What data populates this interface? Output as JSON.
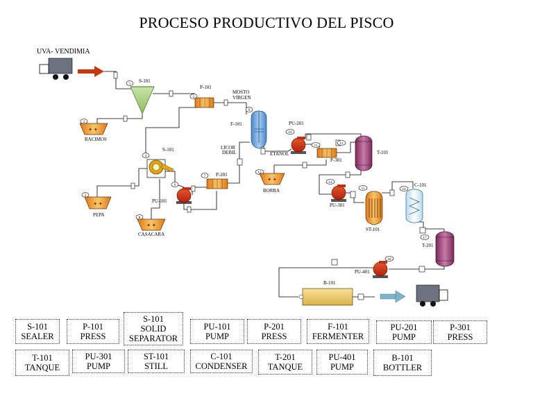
{
  "title": "PROCESO PRODUCTIVO DEL PISCO",
  "labels": {
    "uva": "UVA- VENDIMIA",
    "mosto1": "MOSTO",
    "mosto2": "VIRGEN",
    "licor1": "LICOR",
    "licor2": "DEBIL",
    "etanol": "ETANOL",
    "racimos": "RACIMOS",
    "pepa": "PEPA",
    "casacara": "CASACARA",
    "borra": "BORRA",
    "s101a": "S-101",
    "s101b": "S-101",
    "p101": "P-101",
    "f101": "F-101",
    "pu201": "PU-201",
    "p301": "P-301",
    "t101": "T-101",
    "p201": "P-201",
    "pu101": "PU-101",
    "pu301": "PU-301",
    "st101": "ST-101",
    "c101": "C-101",
    "t201": "T-201",
    "pu401": "PU-401",
    "b101": "B-101"
  },
  "streams": [
    "1",
    "2",
    "3",
    "4",
    "5",
    "6",
    "7",
    "8",
    "9",
    "10",
    "11",
    "12",
    "13",
    "14",
    "15",
    "16",
    "17",
    "18"
  ],
  "legend": [
    {
      "code": "S-101",
      "name": "SEALER"
    },
    {
      "code": "P-101",
      "name": "PRESS"
    },
    {
      "code": "S-101",
      "name": "SOLID SEPARATOR"
    },
    {
      "code": "PU-101",
      "name": "PUMP"
    },
    {
      "code": "P-201",
      "name": "PRESS"
    },
    {
      "code": "F-101",
      "name": "FERMENTER"
    },
    {
      "code": "PU-201",
      "name": "PUMP"
    },
    {
      "code": "P-301",
      "name": "PRESS"
    },
    {
      "code": "T-101",
      "name": "TANQUE"
    },
    {
      "code": "PU-301",
      "name": "PUMP"
    },
    {
      "code": "ST-101",
      "name": "STILL"
    },
    {
      "code": "C-101",
      "name": "CONDENSER"
    },
    {
      "code": "T-201",
      "name": "TANQUE"
    },
    {
      "code": "PU-401",
      "name": "PUMP"
    },
    {
      "code": "B-101",
      "name": "BOTTLER"
    }
  ]
}
